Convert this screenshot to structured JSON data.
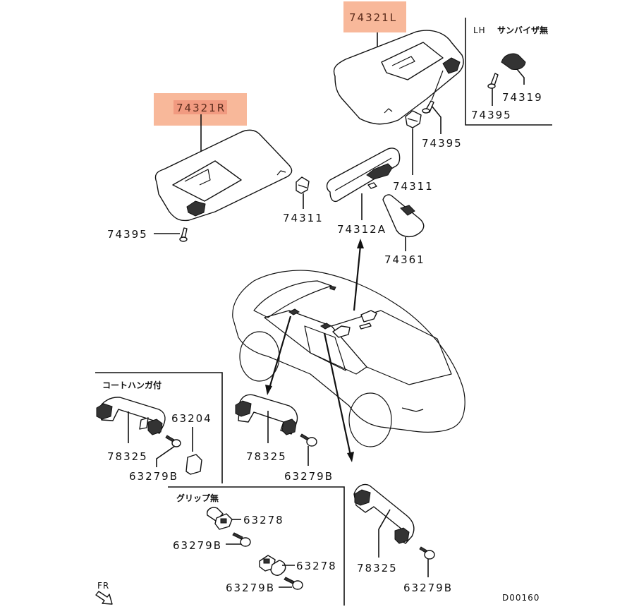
{
  "diagram": {
    "type": "exploded-parts-diagram",
    "highlight_color": "#f8b89a",
    "highlight_inner_color": "#f19a80",
    "diagram_code": "D00160",
    "direction_label": "FR",
    "highlighted_parts": [
      {
        "part_no": "74321L",
        "name": "sun-visor-left"
      },
      {
        "part_no": "74321R",
        "name": "sun-visor-right"
      }
    ],
    "callouts": {
      "visor_l": "74321L",
      "visor_r": "74321R",
      "screw_l": "74395",
      "screw_r": "74395",
      "holder_l": "74311",
      "holder_r": "74311",
      "mirror": "74312A",
      "mirror_cover": "74361",
      "grip_center": "78325",
      "grip_center_screw": "63279B",
      "grip_right": "78325",
      "grip_right_screw": "63279B"
    },
    "inset_lh": {
      "title_prefix": "LH",
      "title_jp": "サンバイザ無",
      "parts": {
        "bracket": "74319",
        "screw": "74395"
      }
    },
    "inset_coat_hanger": {
      "title_jp": "コートハンガ付",
      "parts": {
        "grip": "78325",
        "hook": "63204",
        "screw": "63279B"
      }
    },
    "inset_no_grip": {
      "title_jp": "グリップ無",
      "parts": {
        "cap_1": "63278",
        "screw_1": "63279B",
        "cap_2": "63278",
        "screw_2": "63279B"
      }
    }
  }
}
